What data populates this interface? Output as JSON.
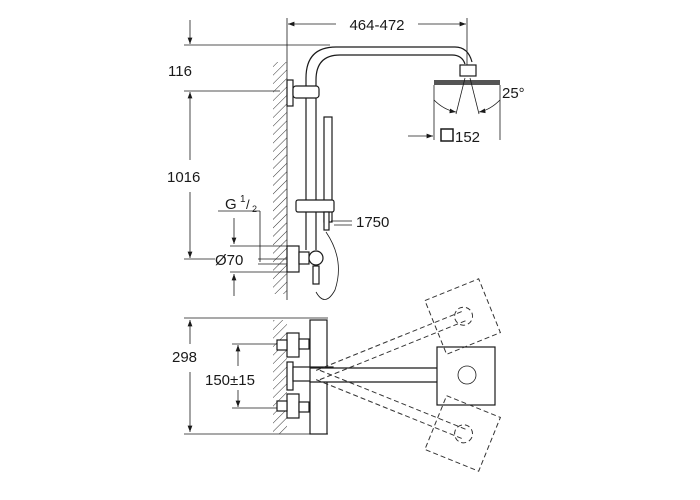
{
  "dimensions": {
    "arm_reach": "464-472",
    "top_offset": "116",
    "spray_angle": "25°",
    "head_size": "152",
    "column_height": "1016",
    "thread_g": "G",
    "thread_num": "1",
    "thread_den": "2",
    "hose_length": "1750",
    "rosette_diameter": "Ø70",
    "depth": "298",
    "center_distance": "150±15"
  },
  "icons": {
    "square_symbol": "square-icon"
  }
}
